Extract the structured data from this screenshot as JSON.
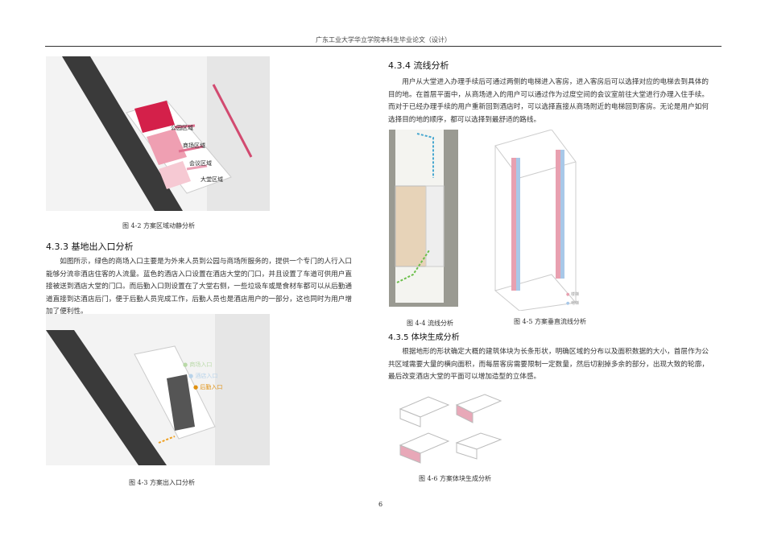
{
  "header": "广东工业大学华立学院本科生毕业论文（设计）",
  "page_number": "6",
  "left": {
    "fig42": {
      "labels": [
        "公园区域",
        "商场区域",
        "会议区域",
        "大堂区域"
      ],
      "caption": "图 4-2 方案区域动静分析"
    },
    "section": "4.3.3 基地出入口分析",
    "paragraph": "如图所示，绿色的商场入口主要是为外来人员到公园与商场所服务的，提供一个专门的人行入口能够分流非酒店住客的人流量。蓝色的酒店入口设置在酒店大堂的门口，并且设置了车道可供用户直接被送到酒店大堂的门口。而后勤入口则设置在了大堂右侧，一些垃圾车或是食材车都可以从后勤通道直接到达酒店后门，便于后勤人员完成工作，后勤人员也是酒店用户的一部分，这也同时为用户增加了便利性。",
    "fig43": {
      "legend": [
        {
          "label": "商场入口",
          "color": "#b9d9a8"
        },
        {
          "label": "酒店入口",
          "color": "#b8d3ea"
        },
        {
          "label": "后勤入口",
          "color": "#f0a020"
        }
      ],
      "caption": "图 4-3 方案出入口分析"
    }
  },
  "right": {
    "section1": "4.3.4 流线分析",
    "paragraph1": "用户从大堂进入办理手续后可通过两侧的电梯进入客房，进入客房后可以选择对应的电梯去到具体的目的地。在首层平面中，从商场进入的用户可以通过作为过度空间的会议室前往大堂进行办理入住手续。而对于已经办理手续的用户重新回到酒店时，可以选择直接从商场附近的电梯回到客房。无论是用户如何选择目的地的顺序，都可以选择到最舒适的路线。",
    "fig44": {
      "caption": "图 4-4 流线分析"
    },
    "fig45": {
      "legend": [
        {
          "label": "楼梯",
          "color": "#e8a0b0"
        },
        {
          "label": "电梯",
          "color": "#a8c8e8"
        }
      ],
      "caption": "图 4-5 方案垂直流线分析"
    },
    "section2": "4.3.5 体块生成分析",
    "paragraph2": "根据地形的形状确定大概的建筑体块为长条形状，明确区域的分布以及面积数据的大小，首层作为公共区域需要大量的横向面积，而每层客房需要限制一定数量，然后切割掉多余的部分，出现大致的轮廓，最后改变酒店大堂的平面可以增加造型的立体感。",
    "fig46": {
      "caption": "图 4-6 方案体块生成分析"
    }
  }
}
